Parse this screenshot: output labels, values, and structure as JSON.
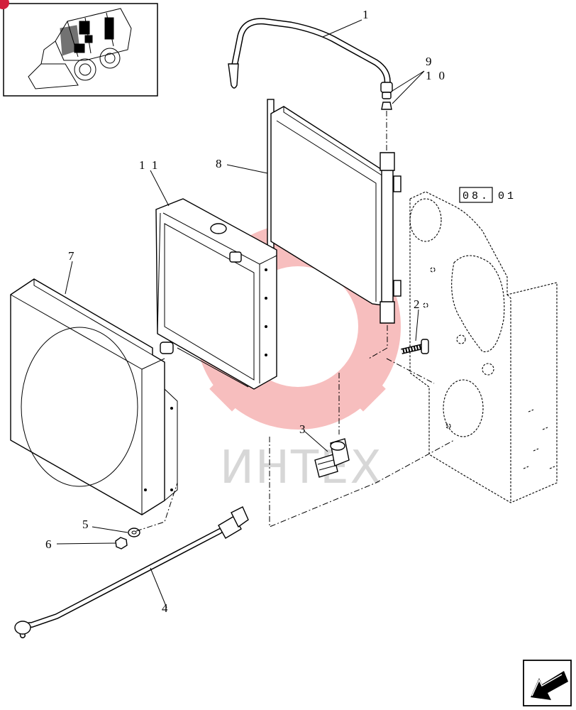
{
  "diagram": {
    "watermark_text": "ИНТЕХ",
    "reference_box": {
      "page_label": "08.",
      "sub_label": "01"
    },
    "callouts": [
      {
        "id": "1",
        "label": "1"
      },
      {
        "id": "2",
        "label": "2"
      },
      {
        "id": "3",
        "label": "3"
      },
      {
        "id": "4",
        "label": "4"
      },
      {
        "id": "5",
        "label": "5"
      },
      {
        "id": "6",
        "label": "6"
      },
      {
        "id": "7",
        "label": "7"
      },
      {
        "id": "8",
        "label": "8"
      },
      {
        "id": "9",
        "label": "9"
      },
      {
        "id": "10",
        "label": "10"
      },
      {
        "id": "11",
        "label": "11"
      }
    ]
  }
}
